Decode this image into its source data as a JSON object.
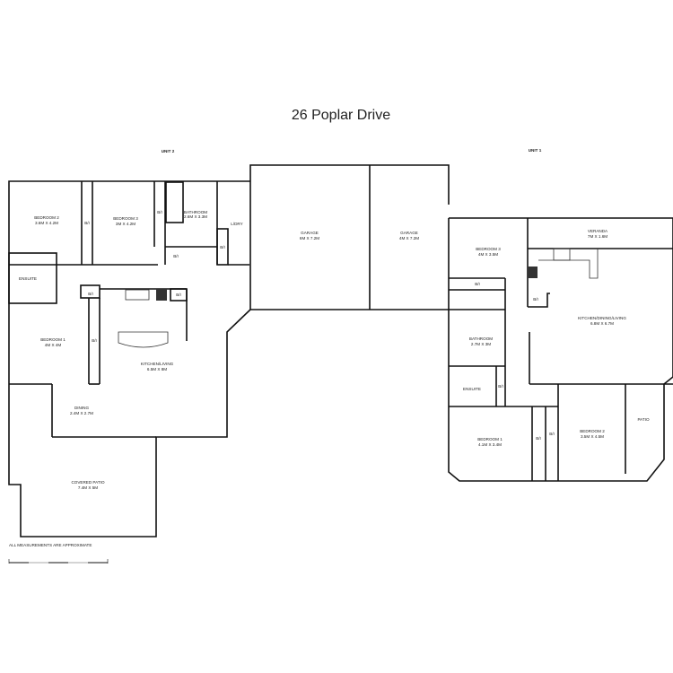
{
  "title": "26 Poplar Drive",
  "unit2": {
    "label": "UNIT 2",
    "rooms": [
      {
        "name": "BEDROOM 2",
        "size": "3.6M X 4.2M"
      },
      {
        "name": "BEDROOM 3",
        "size": "3M X 4.2M"
      },
      {
        "name": "BATHROOM",
        "size": "2.6M X 3.3M"
      },
      {
        "name": "L/DRY",
        "size": ""
      },
      {
        "name": "ENSUITE",
        "size": ""
      },
      {
        "name": "BEDROOM 1",
        "size": "4M X 4M"
      },
      {
        "name": "KITCHEN/LIVING",
        "size": "6.5M X 8M"
      },
      {
        "name": "DINING",
        "size": "2.4M X 2.7M"
      },
      {
        "name": "COVERED PATIO",
        "size": "7.4M X 5M"
      },
      {
        "name": "GARAGE",
        "size": "6M X 7.2M"
      }
    ],
    "storage": [
      "B/I",
      "B/I",
      "B/I",
      "B/I",
      "B/I",
      "B/I",
      "B/I"
    ]
  },
  "unit1": {
    "label": "UNIT 1",
    "rooms": [
      {
        "name": "GARAGE",
        "size": "4M X 7.2M"
      },
      {
        "name": "BEDROOM 3",
        "size": "4M X 3.5M"
      },
      {
        "name": "VERANDA",
        "size": "7M X 1.6M"
      },
      {
        "name": "KITCHEN/DINING/LIVING",
        "size": "6.8M X 6.7M"
      },
      {
        "name": "BATHROOM",
        "size": "2.7M X 3M"
      },
      {
        "name": "ENSUITE",
        "size": ""
      },
      {
        "name": "BEDROOM 1",
        "size": "4.1M X 3.4M"
      },
      {
        "name": "BEDROOM 2",
        "size": "3.5M X 4.5M"
      },
      {
        "name": "PATIO",
        "size": ""
      }
    ],
    "storage": [
      "B/I",
      "B/I",
      "B/I",
      "B/I",
      "B/I"
    ]
  },
  "note": "ALL MEASUREMENTS ARE APPROXIMATE"
}
